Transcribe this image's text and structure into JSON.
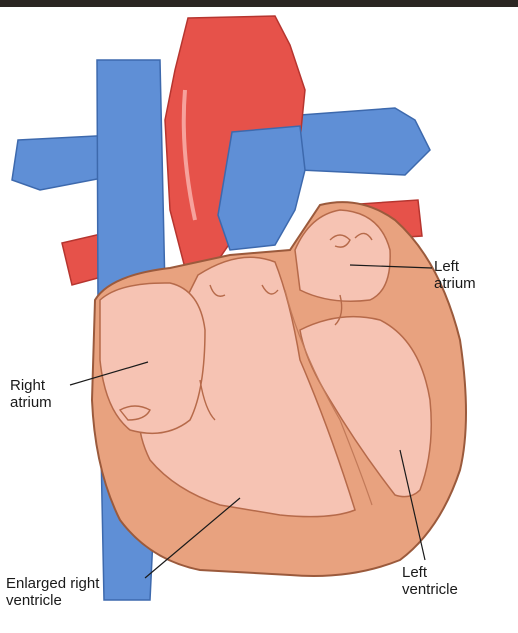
{
  "labels": {
    "left_atrium": "Left\natrium",
    "right_atrium": "Right\natrium",
    "enlarged_right_ventricle": "Enlarged right\nventricle",
    "left_ventricle": "Left\nventricle"
  },
  "colors": {
    "vein_blue": "#5f8fd6",
    "artery_red": "#e6524a",
    "heart_outer": "#e8a27f",
    "heart_inner": "#f6c3b3",
    "outline": "#9b5a3c"
  }
}
